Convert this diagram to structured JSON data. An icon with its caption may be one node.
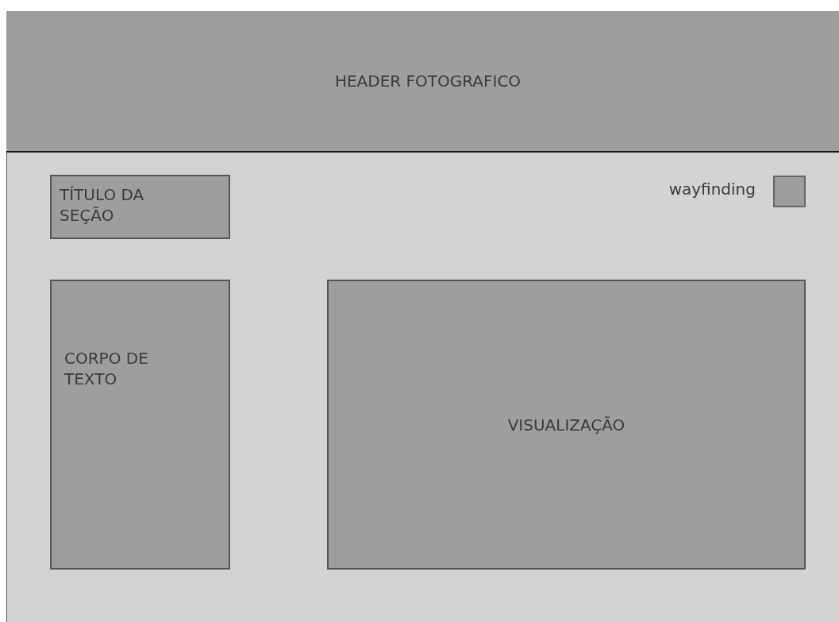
{
  "diagram": {
    "nodes": [
      {
        "text": [],
        "shape": "box"
      },
      {
        "text": [
          "HEADER FOTOGRAFICO"
        ],
        "in": 0
      },
      {
        "text": [
          "TÍTULO DA SEÇÃO"
        ],
        "in": 0
      },
      {
        "text": [],
        "shape": "box",
        "in": 0,
        "beside": [
          "wayfinding"
        ]
      },
      {
        "text": [
          "CORPO DE TEXTO"
        ],
        "in": 0
      },
      {
        "text": [
          "VISUALIZAÇÃO"
        ],
        "in": 0
      }
    ],
    "edges": []
  }
}
